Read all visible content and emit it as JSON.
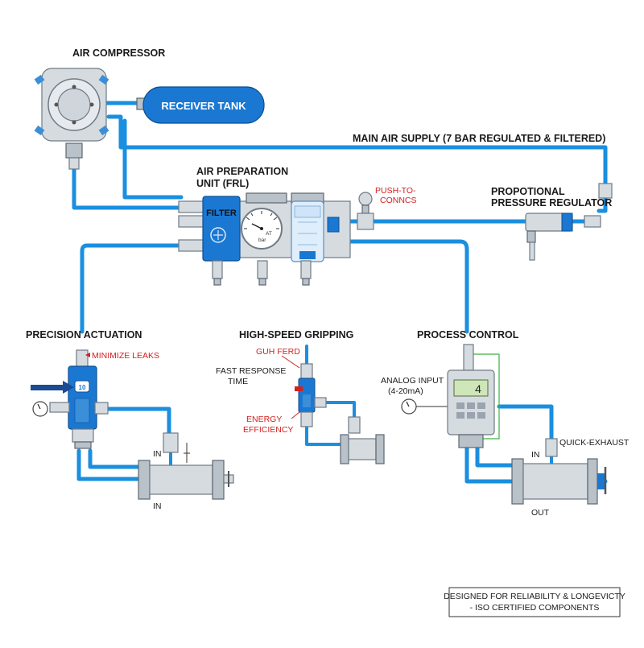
{
  "labels": {
    "air_compressor": "AIR COMPRESSOR",
    "receiver_tank": "RECEIVER TANK",
    "main_air_supply": "MAIN AIR SUPPLY (7 BAR REGULATED & FILTERED)",
    "air_prep_line1": "AIR PREPARATION",
    "air_prep_line2": "UNIT (FRL)",
    "filter": "FILTER",
    "push_to_line1": "PUSH-TO-",
    "push_to_line2": "CONNCS",
    "prop_reg_line1": "PROPOTIONAL",
    "prop_reg_line2": "PRESSURE REGULATOR",
    "gauge_text_1": "AT",
    "gauge_text_2": "bar",
    "precision_actuation": "PRECISION ACTUATION",
    "minimize_leaks": "MINIMIZE LEAKS",
    "high_speed_gripping": "HIGH-SPEED GRIPPING",
    "guh_ferd": "GUH FERD",
    "fast_response_line1": "FAST RESPONSE",
    "fast_response_line2": "TIME",
    "energy_line1": "ENERGY",
    "energy_line2": "EFFICIENCY",
    "process_control": "PROCESS CONTROL",
    "analog_input_line1": "ANALOG INPUT",
    "analog_input_line2": "(4-20mA)",
    "display_value": "4",
    "quick_exhaust": "QUICK-EXHAUST",
    "in_left_top": "IN",
    "in_left_bottom": "IN",
    "in_right": "IN",
    "out_right": "OUT",
    "footer_line1": "DESIGNED FOR RELIABILITY & LONGEVICTY",
    "footer_line2": "- ISO CERTIFIED COMPONENTS"
  },
  "colors": {
    "pipe": "#1a8fe0",
    "component_blue": "#1a78d2",
    "annotation_red": "#d42020",
    "metal": "#d6dbe0",
    "signal_green": "#3cb043"
  },
  "icons": [
    "pressure-gauge-icon",
    "arrow-right-icon",
    "valve-icon"
  ]
}
